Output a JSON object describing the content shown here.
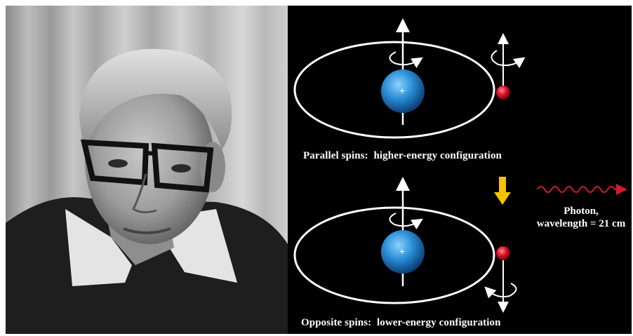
{
  "diagram": {
    "top_caption": "Parallel spins:  higher-energy configuration",
    "bottom_caption": "Opposite spins:  lower-energy configuration",
    "photon_label_line1": "Photon,",
    "photon_label_line2": "wavelength = 21 cm",
    "proton_sign": "+",
    "colors": {
      "background": "#000000",
      "proton": "#2a8fd6",
      "electron": "#e0102a",
      "transition_arrow": "#f5c400",
      "photon_wave": "#d01c2a",
      "orbit": "#ffffff"
    }
  },
  "photo": {
    "description_icon": "portrait-photo-icon"
  }
}
